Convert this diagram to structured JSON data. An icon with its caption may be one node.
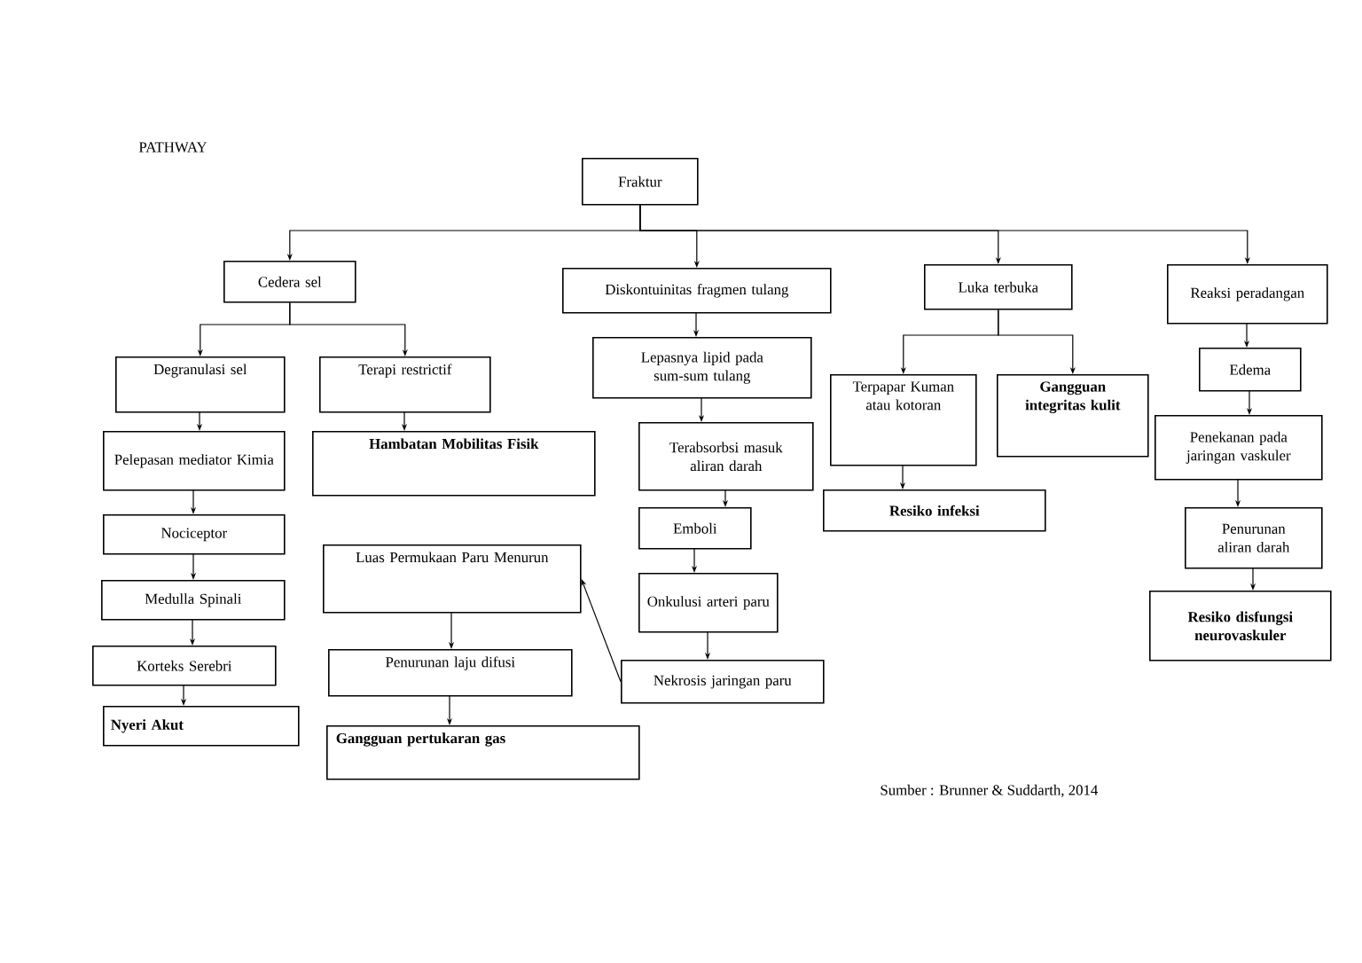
{
  "diagram": {
    "title": "PATHWAY",
    "nodes": [
      {
        "text": [
          "Fraktur"
        ]
      },
      {
        "text": [
          "Cedera sel"
        ]
      },
      {
        "text": [
          "Diskontuinitas fragmen tulang"
        ]
      },
      {
        "text": [
          "Luka terbuka"
        ]
      },
      {
        "text": [
          "Reaksi peradangan"
        ]
      },
      {
        "text": [
          "Degranulasi sel"
        ]
      },
      {
        "text": [
          "Terapi restrictif"
        ]
      },
      {
        "text": [
          "Lepasnya lipid pada sum-sum tulang"
        ]
      },
      {
        "text": [
          "Terpapar Kuman atau kotoran"
        ]
      },
      {
        "text": [
          "Gangguan integritas kulit"
        ]
      },
      {
        "text": [
          "Pelepasan mediator Kimia"
        ]
      },
      {
        "text": [
          "Hambatan Mobilitas Fisik"
        ]
      },
      {
        "text": [
          "Terabsorbsi masuk aliran darah"
        ]
      },
      {
        "text": [
          "Resiko infeksi"
        ]
      },
      {
        "text": [
          "Edema"
        ]
      },
      {
        "text": [
          "Penekanan pada jaringan vaskuler"
        ]
      },
      {
        "text": [
          "Nociceptor"
        ]
      },
      {
        "text": [
          "Emboli"
        ]
      },
      {
        "text": [
          "Luas Permukaan Paru Menurun"
        ]
      },
      {
        "text": [
          "Penurunan aliran darah"
        ]
      },
      {
        "text": [
          "Medulla Spinali"
        ]
      },
      {
        "text": [
          "Onkulusi arteri paru"
        ]
      },
      {
        "text": [
          "Korteks Serebri"
        ]
      },
      {
        "text": [
          "Penurunan laju difusi"
        ]
      },
      {
        "text": [
          "Nekrosis jaringan paru"
        ]
      },
      {
        "text": [
          "Resiko disfungsi neurovaskuler"
        ]
      },
      {
        "text": [
          "Nyeri Akut"
        ]
      },
      {
        "text": [
          "Gangguan pertukaran gas"
        ]
      }
    ],
    "edges": [
      {
        "from": 0,
        "to": 1,
        "arrow": "to"
      },
      {
        "from": 0,
        "to": 2,
        "arrow": "to"
      },
      {
        "from": 0,
        "to": 3,
        "arrow": "to"
      },
      {
        "from": 0,
        "to": 4,
        "arrow": "to"
      },
      {
        "from": 1,
        "to": 5,
        "arrow": "to"
      },
      {
        "from": 1,
        "to": 6,
        "arrow": "to"
      },
      {
        "from": 5,
        "to": 10,
        "arrow": "to"
      },
      {
        "from": 10,
        "to": 16,
        "arrow": "to"
      },
      {
        "from": 16,
        "to": 20,
        "arrow": "to"
      },
      {
        "from": 20,
        "to": 22,
        "arrow": "to"
      },
      {
        "from": 22,
        "to": 26,
        "arrow": "to"
      },
      {
        "from": 6,
        "to": 11,
        "arrow": "to"
      },
      {
        "from": 2,
        "to": 7,
        "arrow": "to"
      },
      {
        "from": 7,
        "to": 12,
        "arrow": "to"
      },
      {
        "from": 12,
        "to": 17,
        "arrow": "to"
      },
      {
        "from": 17,
        "to": 21,
        "arrow": "to"
      },
      {
        "from": 21,
        "to": 24,
        "arrow": "to"
      },
      {
        "from": 24,
        "to": 18,
        "arrow": "to"
      },
      {
        "from": 18,
        "to": 23,
        "arrow": "to"
      },
      {
        "from": 23,
        "to": 27,
        "arrow": "to"
      },
      {
        "from": 3,
        "to": 8,
        "arrow": "to"
      },
      {
        "from": 3,
        "to": 9,
        "arrow": "to"
      },
      {
        "from": 8,
        "to": 13,
        "arrow": "to"
      },
      {
        "from": 4,
        "to": 14,
        "arrow": "to"
      },
      {
        "from": 14,
        "to": 15,
        "arrow": "to"
      },
      {
        "from": 15,
        "to": 19,
        "arrow": "to"
      },
      {
        "from": 19,
        "to": 25,
        "arrow": "to"
      }
    ],
    "labels": [
      "Sumber : Brunner & Suddarth, 2014"
    ]
  }
}
